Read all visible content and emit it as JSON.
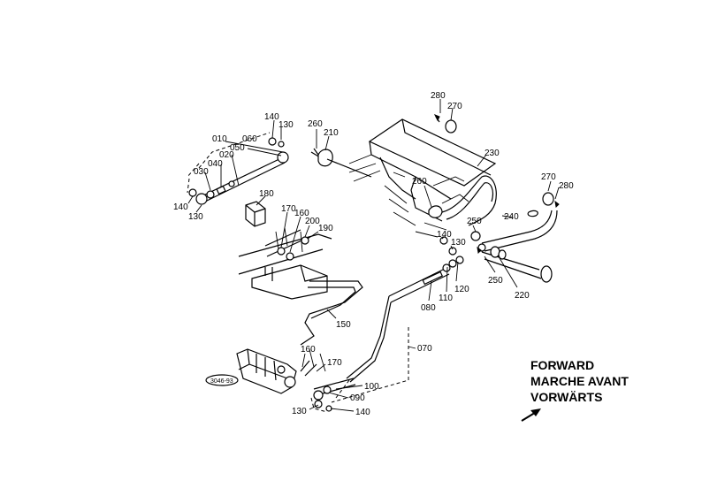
{
  "labels": {
    "p280a": "280",
    "p270a": "270",
    "p260a": "260",
    "p210": "210",
    "p140a": "140",
    "p130a": "130",
    "p010": "010",
    "p060": "060",
    "p050": "050",
    "p020": "020",
    "p040": "040",
    "p030": "030",
    "p140b": "140",
    "p130b": "130",
    "p180": "180",
    "p230": "230",
    "p260b": "260",
    "p270b": "270",
    "p280b": "280",
    "p240": "240",
    "p250a": "250",
    "p170a": "170",
    "p160a": "160",
    "p200": "200",
    "p190": "190",
    "p140c": "140",
    "p130c": "130",
    "p110": "110",
    "p120": "120",
    "p250b": "250",
    "p220": "220",
    "p080": "080",
    "p150": "150",
    "p070": "070",
    "p160b": "160",
    "p170b": "170",
    "p100": "100",
    "p090": "090",
    "p130d": "130",
    "p140d": "140"
  },
  "stamp": "3046-93",
  "direction": {
    "line1": "FORWARD",
    "line2": "MARCHE AVANT",
    "line3": "VORWÄRTS"
  }
}
